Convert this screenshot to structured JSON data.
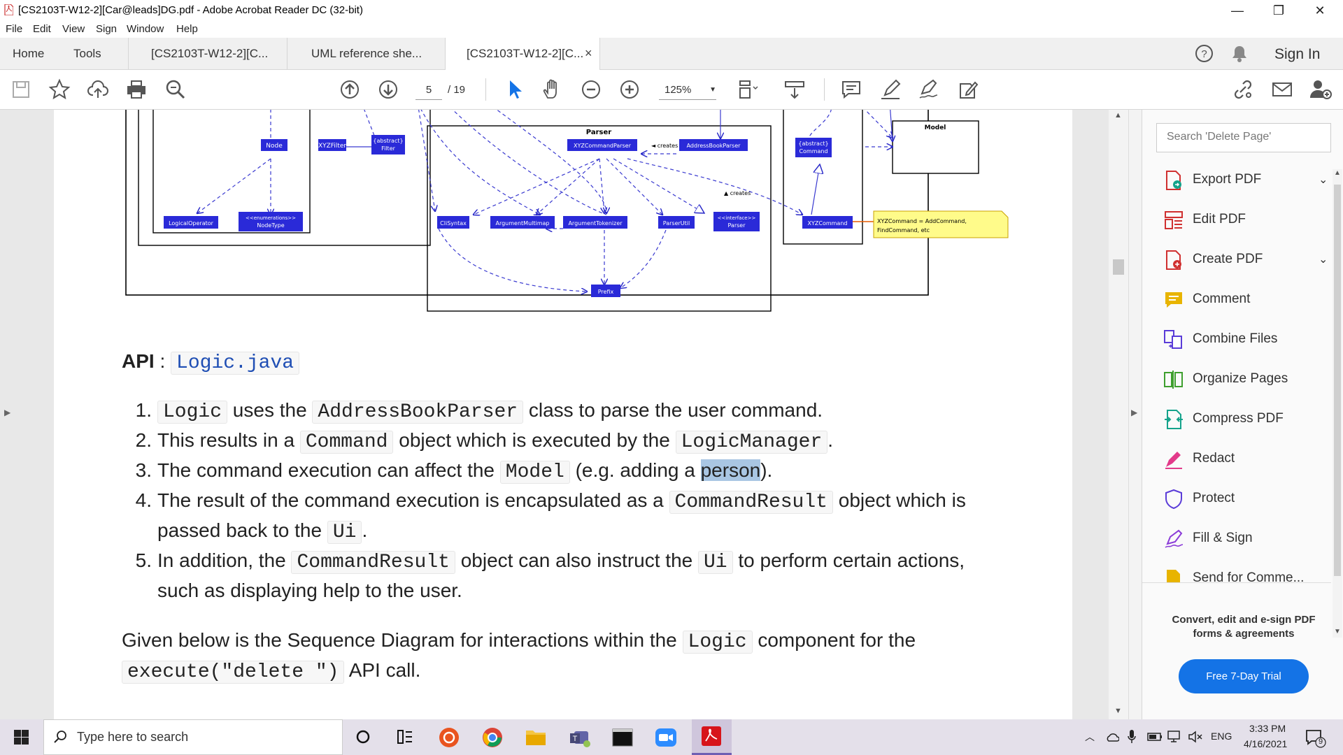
{
  "window": {
    "title": "[CS2103T-W12-2][Car@leads]DG.pdf - Adobe Acrobat Reader DC (32-bit)",
    "minimize": "—",
    "restore": "❐",
    "close": "✕"
  },
  "menu": [
    "File",
    "Edit",
    "View",
    "Sign",
    "Window",
    "Help"
  ],
  "tabs": {
    "home": "Home",
    "tools": "Tools",
    "docs": [
      "[CS2103T-W12-2][C...",
      "UML reference she...",
      "[CS2103T-W12-2][C..."
    ],
    "close_x": "×",
    "help": "?",
    "sign_in": "Sign In"
  },
  "toolbar": {
    "page_current": "5",
    "page_total": "/ 19",
    "zoom": "125%"
  },
  "diagram": {
    "parser_title": "Parser",
    "model_title": "Model",
    "creates1": "◄ creates",
    "creates2": "▲ creates",
    "nodes": {
      "node": "Node",
      "xyzfilter": "XYZFilter",
      "filter": "{abstract}\nFilter",
      "logicalop": "LogicalOperator",
      "nodetype": "<<enumerations>>\nNodeType",
      "xyzparser": "XYZCommandParser",
      "abparser": "AddressBookParser",
      "clisyntax": "CliSyntax",
      "argmulti": "ArgumentMultimap",
      "argtok": "ArgumentTokenizer",
      "parserutil": "ParserUtil",
      "parseriface": "<<interface>>\nParser",
      "prefix": "Prefix",
      "command": "{abstract}\nCommand",
      "xyzcommand": "XYZCommand",
      "note": "XYZCommand = AddCommand,\nFindCommand, etc"
    }
  },
  "doc": {
    "api_label": "API",
    "api_colon": " : ",
    "api_file": "Logic.java",
    "items": [
      {
        "n": "1.",
        "a": "Logic",
        "b": " uses the ",
        "c": "AddressBookParser",
        "d": " class to parse the user command."
      },
      {
        "n": "2.",
        "a": "This results in a ",
        "b": "Command",
        "c": " object which is executed by the ",
        "d": "LogicManager",
        "e": "."
      },
      {
        "n": "3.",
        "a": "The command execution can affect the ",
        "b": "Model",
        "c": " (e.g. adding a ",
        "d": "person",
        "e": ")."
      },
      {
        "n": "4.",
        "a": "The result of the command execution is encapsulated as a ",
        "b": "CommandResult",
        "c": " object which is",
        "d": "passed back to the ",
        "e": "Ui",
        "f": "."
      },
      {
        "n": "5.",
        "a": "In addition, the ",
        "b": "CommandResult",
        "c": " object can also instruct the ",
        "d": "Ui",
        "e": " to perform certain actions,",
        "f": "such as displaying help to the user."
      }
    ],
    "para1": "Given below is the Sequence Diagram for interactions within the ",
    "para_code1": "Logic",
    "para2": " component for the",
    "para_code2": "execute(\"delete \")",
    "para3": " API call."
  },
  "rightpanel": {
    "search_placeholder": "Search 'Delete Page'",
    "items": [
      "Export PDF",
      "Edit PDF",
      "Create PDF",
      "Comment",
      "Combine Files",
      "Organize Pages",
      "Compress PDF",
      "Redact",
      "Protect",
      "Fill & Sign",
      "Send for Comme..."
    ],
    "promo": "Convert, edit and e-sign PDF\nforms & agreements",
    "trial": "Free 7-Day Trial"
  },
  "taskbar": {
    "search_placeholder": "Type here to search",
    "lang": "ENG",
    "time": "3:33 PM",
    "date": "4/16/2021",
    "notif": "9"
  },
  "colors": {
    "accent": "#1473e6",
    "diagram_blue": "#2727c8",
    "highlight": "#a9c6e3"
  }
}
